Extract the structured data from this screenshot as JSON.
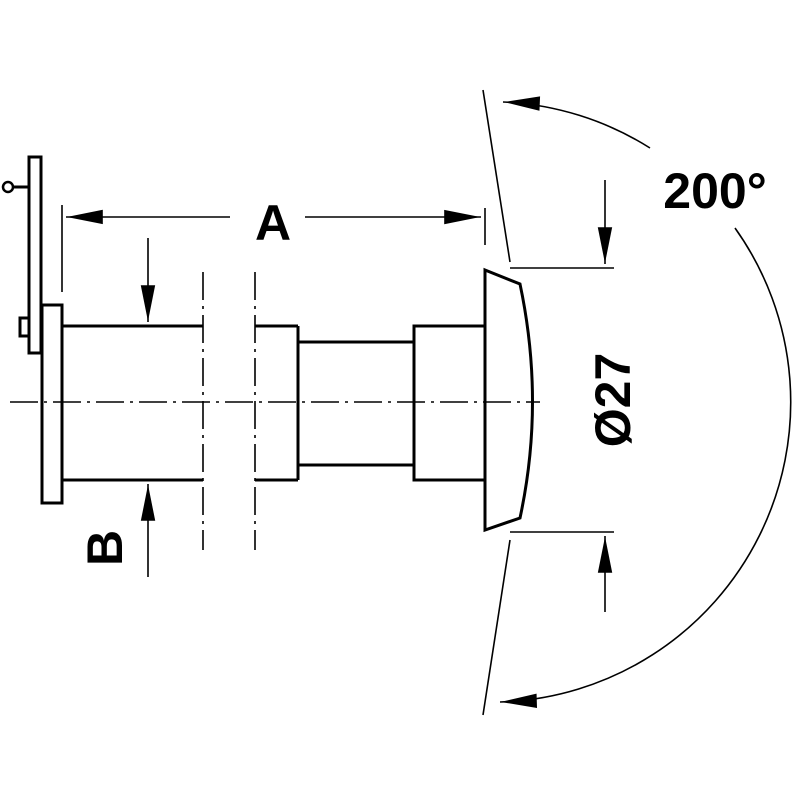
{
  "diagram": {
    "labels": {
      "length": "A",
      "diameter_small": "B",
      "diameter_lens": "Ø27",
      "viewing_angle": "200°"
    },
    "colors": {
      "line": "#000000",
      "background": "#ffffff"
    }
  }
}
